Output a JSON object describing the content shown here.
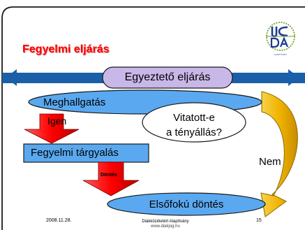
{
  "title": "Fegyelmi eljárás",
  "banner": "Egyeztető eljárás",
  "hearing": "Meghallgatás",
  "question_line1": "Vitatott-e",
  "question_line2": "a tényállás?",
  "yes": "Igen",
  "procedure": "Fegyelmi tárgyalás",
  "decision_label": "Döntés",
  "no": "Nem",
  "final_decision": "Elsőfokú döntés",
  "footer": {
    "date": "2008.11.28.",
    "org": "Diákközéletért Alapítvány",
    "url": "www.diakjog.hu",
    "page": "15"
  },
  "logo": {
    "caption": "ALAPÍTVÁNY",
    "top_color": "#1b3d8f",
    "accent_color": "#7aa12b"
  },
  "colors": {
    "title": "#ff0000",
    "banner_bar": "#1a5fa8",
    "ellipse_fill": "#5aa9f0",
    "arrow_red": "#ff2020",
    "curve_gold": "#f5b800"
  }
}
